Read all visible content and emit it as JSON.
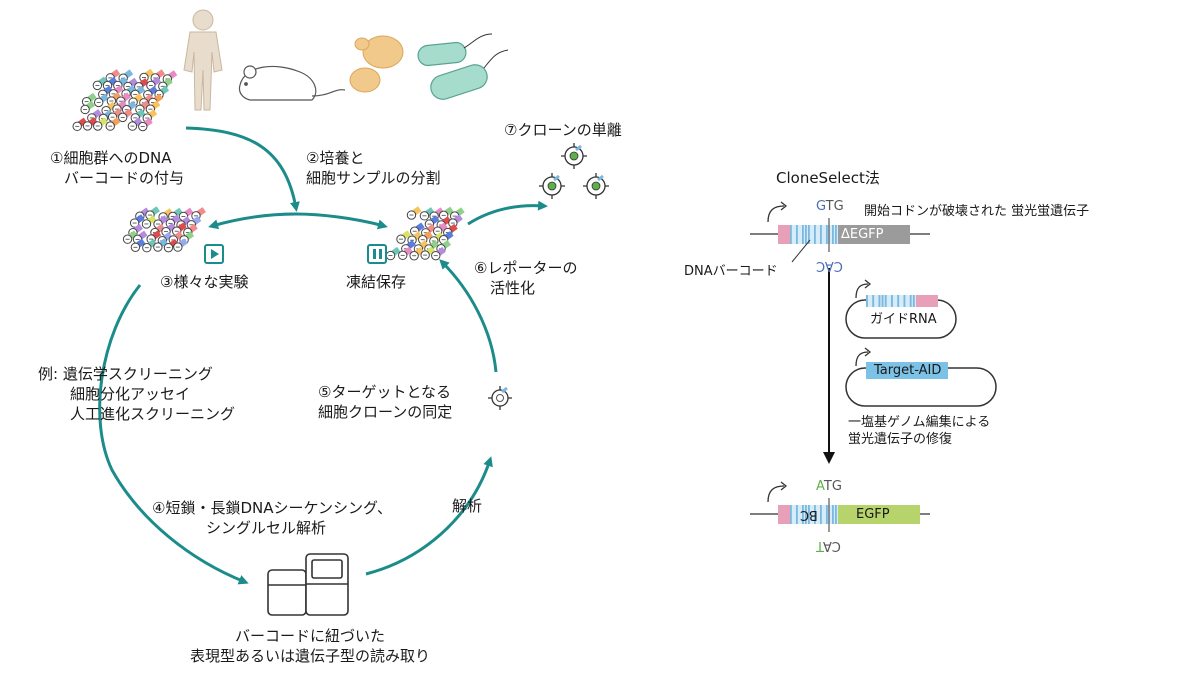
{
  "steps": {
    "s1": [
      "①細胞群へのDNA",
      "バーコードの付与"
    ],
    "s2": [
      "②培養と",
      "細胞サンプルの分割"
    ],
    "s3": "③様々な実験",
    "frozen": "凍結保存",
    "s6": [
      "⑥レポーターの",
      "活性化"
    ],
    "s7": "⑦クローンの単離",
    "example": [
      "例: 遺伝学スクリーニング",
      "細胞分化アッセイ",
      "人工進化スクリーニング"
    ],
    "s5": [
      "⑤ターゲットとなる",
      "細胞クローンの同定"
    ],
    "s4": [
      "④短鎖・長鎖DNAシーケンシング、",
      "シングルセル解析"
    ],
    "analysis": "解析",
    "readout": [
      "バーコードに紐づいた",
      "表現型あるいは遺伝子型の読み取り"
    ]
  },
  "cloneselect": {
    "title": "CloneSelect法",
    "top_codon_a": "G",
    "top_codon_b": "TG",
    "top_rev": "CAC",
    "gene_broken": "ΔEGFP",
    "broken_note": "開始コドンが破壊された 蛍光蛍遺伝子",
    "barcode_label": "DNAバーコード",
    "guide_rna": "ガイドRNA",
    "target_aid": "Target-AID",
    "edit_note": [
      "一塩基ゲノム編集による",
      "蛍光遺伝子の修復"
    ],
    "bottom_codon_a": "A",
    "bottom_codon_b": "TG",
    "bottom_rev_a": "CA",
    "bottom_rev_b": "T",
    "bc_label": "BC",
    "gene_fixed": "EGFP"
  },
  "colors": {
    "teal": "#1b8c8a",
    "gray_gene": "#9b9b9b",
    "green_gene": "#b7d36b",
    "pink": "#e8a0b8",
    "barcode_blue": "#7ab8e0",
    "target_aid_blue": "#7cc2e6",
    "codon_blue": "#4a6db5",
    "codon_green": "#5fb04a"
  }
}
